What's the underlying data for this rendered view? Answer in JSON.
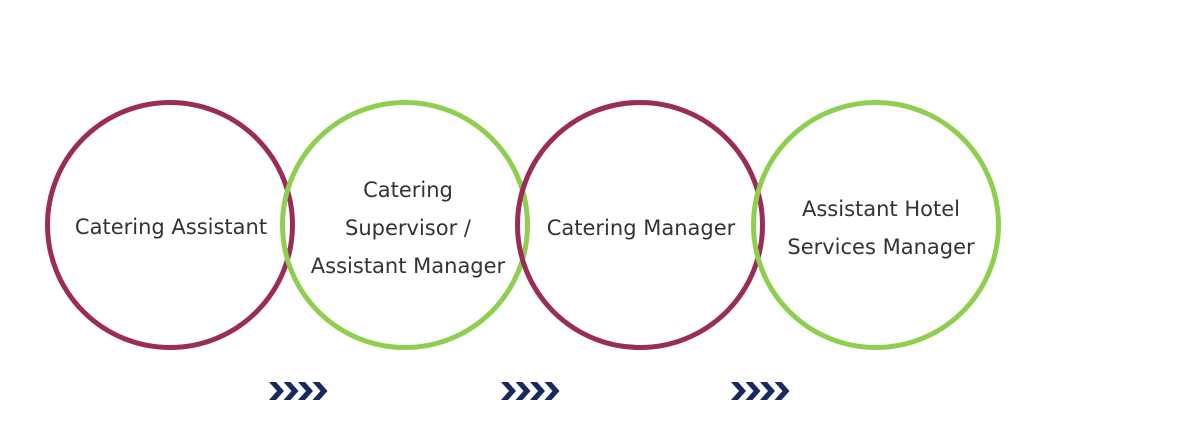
{
  "colors": {
    "maroon": "#9b2d55",
    "green": "#8ecf4f",
    "arrow": "#17295e",
    "text": "#333333"
  },
  "stages": [
    {
      "label": "Catering Assistant",
      "ring_color": "#9b2d55"
    },
    {
      "label": "Catering\nSupervisor /\nAssistant Manager",
      "ring_color": "#8ecf4f"
    },
    {
      "label": "Catering Manager",
      "ring_color": "#9b2d55"
    },
    {
      "label": "Assistant Hotel\nServices Manager",
      "ring_color": "#8ecf4f"
    }
  ],
  "connectors": [
    {
      "icon": "chevrons-right-icon"
    },
    {
      "icon": "chevrons-right-icon"
    },
    {
      "icon": "chevrons-right-icon"
    }
  ]
}
